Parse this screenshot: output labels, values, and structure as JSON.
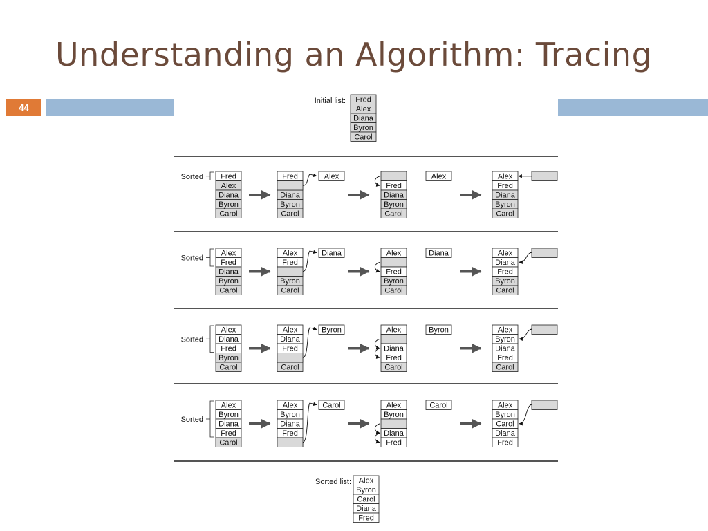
{
  "slide": {
    "title": "Understanding an Algorithm: Tracing",
    "slide_number": "44",
    "accent_color": "#e07a36",
    "bar_color": "#9ab8d6",
    "title_color": "#6b4a3a"
  },
  "diagram": {
    "initial_label": "Initial list:",
    "initial_list": [
      "Fred",
      "Alex",
      "Diana",
      "Byron",
      "Carol"
    ],
    "sorted_label": "Sorted",
    "final_label": "Sorted list:",
    "final_list": [
      "Alex",
      "Byron",
      "Carol",
      "Diana",
      "Fred"
    ],
    "passes": [
      {
        "pivot": "Alex",
        "before": [
          "Fred",
          "Alex",
          "Diana",
          "Byron",
          "Carol"
        ],
        "sorted_count": 1,
        "removed_index": 1,
        "shift_to": 2,
        "after": [
          "Alex",
          "Fred",
          "Diana",
          "Byron",
          "Carol"
        ]
      },
      {
        "pivot": "Diana",
        "before": [
          "Alex",
          "Fred",
          "Diana",
          "Byron",
          "Carol"
        ],
        "sorted_count": 2,
        "removed_index": 2,
        "shift_to": 3,
        "after": [
          "Alex",
          "Diana",
          "Fred",
          "Byron",
          "Carol"
        ]
      },
      {
        "pivot": "Byron",
        "before": [
          "Alex",
          "Diana",
          "Fred",
          "Byron",
          "Carol"
        ],
        "sorted_count": 3,
        "removed_index": 3,
        "shift_to": 2,
        "after": [
          "Alex",
          "Byron",
          "Diana",
          "Fred",
          "Carol"
        ]
      },
      {
        "pivot": "Carol",
        "before": [
          "Alex",
          "Byron",
          "Diana",
          "Fred",
          "Carol"
        ],
        "sorted_count": 4,
        "removed_index": 4,
        "shift_to": 2,
        "after": [
          "Alex",
          "Byron",
          "Carol",
          "Diana",
          "Fred"
        ]
      }
    ]
  }
}
